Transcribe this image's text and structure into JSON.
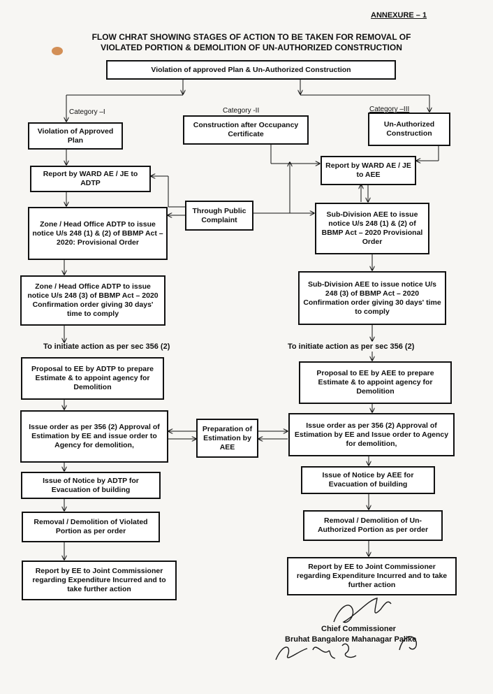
{
  "annexure": "ANNEXURE – 1",
  "heading": {
    "line1": "FLOW CHRAT SHOWING STAGES OF ACTION TO BE TAKEN FOR REMOVAL OF",
    "line2": "VIOLATED PORTION & DEMOLITION OF UN-AUTHORIZED CONSTRUCTION"
  },
  "top_box": "Violation of approved Plan &  Un-Authorized Construction",
  "categories": {
    "cat1": "Category –I",
    "cat2": "Category -II",
    "cat3": "Category –III"
  },
  "boxes": {
    "violation_approved_plan": "Violation of Approved Plan",
    "construction_after_oc": "Construction after Occupancy Certificate",
    "unauthorized_construction": "Un-Authorized Construction",
    "report_ward_ae_adtp": "Report by WARD AE / JE to ADTP",
    "report_ward_ae_aee": "Report by WARD AE / JE to AEE",
    "through_public_complaint": "Through Public Complaint",
    "adtp_provisional": "Zone / Head Office ADTP to issue notice U/s 248 (1) & (2) of BBMP Act – 2020: Provisional Order",
    "aee_provisional": "Sub-Division AEE to issue notice U/s 248 (1) & (2) of BBMP Act – 2020 Provisional Order",
    "adtp_confirmation": "Zone / Head Office ADTP to issue notice U/s 248 (3) of BBMP Act – 2020 Confirmation order giving 30 days' time to comply",
    "aee_confirmation": "Sub-Division AEE to issue notice U/s 248 (3) of BBMP Act – 2020 Confirmation order giving 30 days' time to comply",
    "proposal_adtp": "Proposal to EE by ADTP to prepare Estimate & to appoint agency for Demolition",
    "proposal_aee": "Proposal to EE by AEE to prepare Estimate & to appoint agency for Demolition",
    "issue_order_left": "Issue order as per 356 (2) Approval of Estimation by EE and issue order to Agency for demolition,",
    "issue_order_right": "Issue order as per 356 (2) Approval of Estimation by EE and Issue order to Agency for demolition,",
    "preparation_estimation": "Preparation of Estimation by AEE",
    "notice_adtp": "Issue of Notice by ADTP for Evacuation of building",
    "notice_aee": "Issue of Notice by AEE for Evacuation of building",
    "removal_left": "Removal / Demolition of Violated Portion as per  order",
    "removal_right": "Removal / Demolition of Un-Authorized Portion as per order",
    "report_ee_left": "Report by EE to Joint Commissioner regarding Expenditure Incurred and to take further action",
    "report_ee_right": "Report by EE to Joint Commissioner regarding Expenditure Incurred and to take further action"
  },
  "initiate_left": "To initiate action as per sec 356 (2)",
  "initiate_right": "To initiate action as per sec 356 (2)",
  "signature": {
    "designation": "Chief Commissioner",
    "organisation": "Bruhat Bangalore Mahanagar Palike"
  }
}
